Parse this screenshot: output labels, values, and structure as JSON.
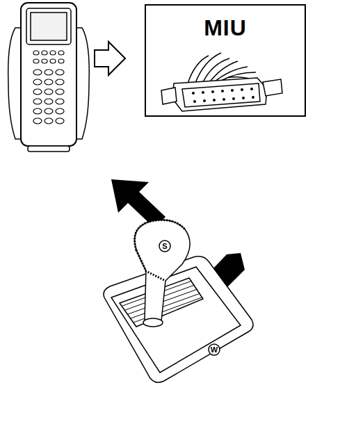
{
  "diagram": {
    "nodes": [
      {
        "text": [
          "MIU"
        ]
      }
    ],
    "labels": [
      "S",
      "W"
    ]
  }
}
